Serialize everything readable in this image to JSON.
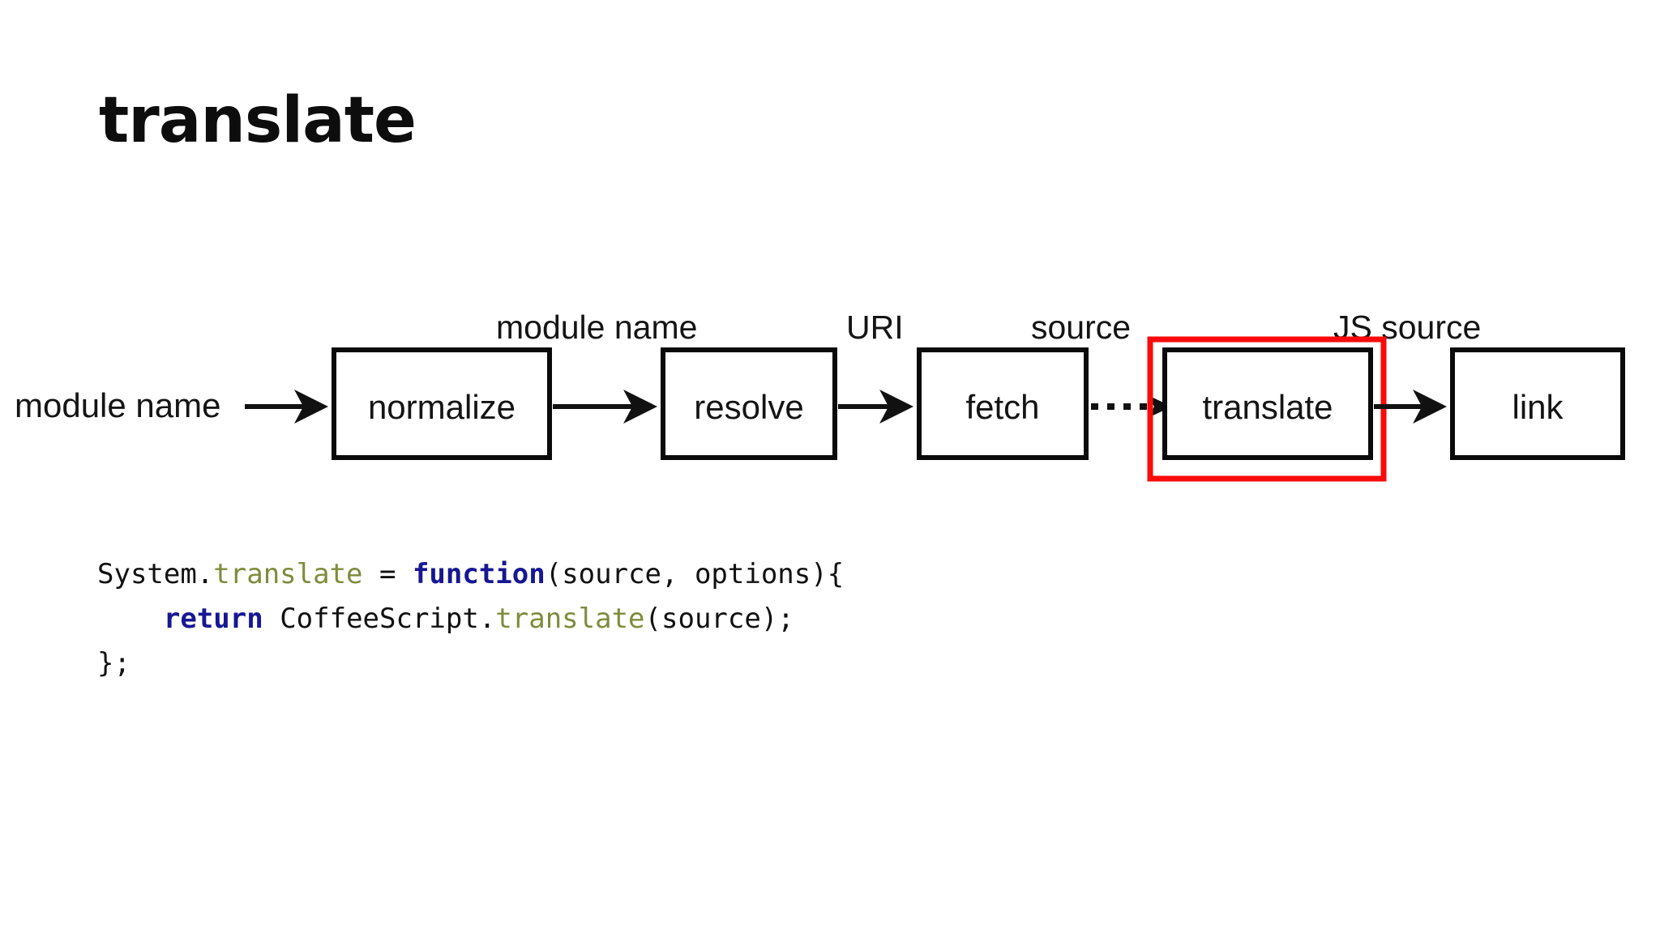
{
  "slide": {
    "title": "translate",
    "background_color": "#ffffff"
  },
  "diagram": {
    "input_label": "module name",
    "nodes": [
      {
        "id": "normalize",
        "label": "normalize",
        "highlighted": false
      },
      {
        "id": "resolve",
        "label": "resolve",
        "highlighted": false
      },
      {
        "id": "fetch",
        "label": "fetch",
        "highlighted": false
      },
      {
        "id": "translate",
        "label": "translate",
        "highlighted": true
      },
      {
        "id": "link",
        "label": "link",
        "highlighted": false
      }
    ],
    "edges": [
      {
        "from": "input",
        "to": "normalize",
        "label": "",
        "style": "solid"
      },
      {
        "from": "normalize",
        "to": "resolve",
        "label": "module name",
        "style": "solid"
      },
      {
        "from": "resolve",
        "to": "fetch",
        "label": "URI",
        "style": "solid"
      },
      {
        "from": "fetch",
        "to": "translate",
        "label": "source",
        "style": "dotted"
      },
      {
        "from": "translate",
        "to": "link",
        "label": "JS source",
        "style": "solid"
      }
    ],
    "highlight_color": "#fa0a0a",
    "box_stroke_color": "#0a0a0a"
  },
  "code": {
    "language": "javascript",
    "keyword_color": "#171794",
    "function_name_color": "#7f8b3c",
    "plain_color": "#111111",
    "lines": [
      {
        "tokens": [
          {
            "text": "System.",
            "type": "plain"
          },
          {
            "text": "translate",
            "type": "fn"
          },
          {
            "text": " = ",
            "type": "plain"
          },
          {
            "text": "function",
            "type": "kw"
          },
          {
            "text": "(source, options){",
            "type": "plain"
          }
        ]
      },
      {
        "tokens": [
          {
            "text": "    ",
            "type": "plain"
          },
          {
            "text": "return",
            "type": "kw"
          },
          {
            "text": " CoffeeScript.",
            "type": "plain"
          },
          {
            "text": "translate",
            "type": "fn"
          },
          {
            "text": "(source);",
            "type": "plain"
          }
        ]
      },
      {
        "tokens": [
          {
            "text": "};",
            "type": "plain"
          }
        ]
      }
    ]
  }
}
